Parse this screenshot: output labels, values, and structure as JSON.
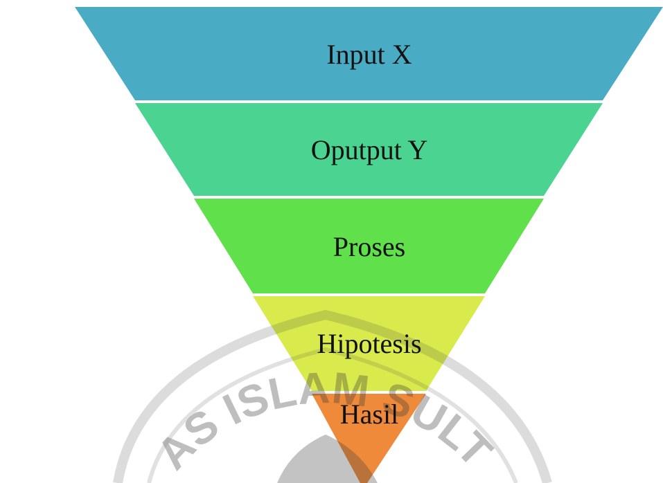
{
  "diagram": {
    "type": "funnel",
    "stages": [
      {
        "label": "Input X",
        "color": "#4aabc5"
      },
      {
        "label": "Oputput Y",
        "color": "#4bd491"
      },
      {
        "label": "Proses",
        "color": "#60e04b"
      },
      {
        "label": "Hipotesis",
        "color": "#d9ea4c"
      },
      {
        "label": "Hasil",
        "color": "#ef8a3a"
      }
    ]
  },
  "watermark": {
    "text": "UNIVERSITAS ISLAM SULTAN AGUNG",
    "color": "#3a3a3a"
  }
}
